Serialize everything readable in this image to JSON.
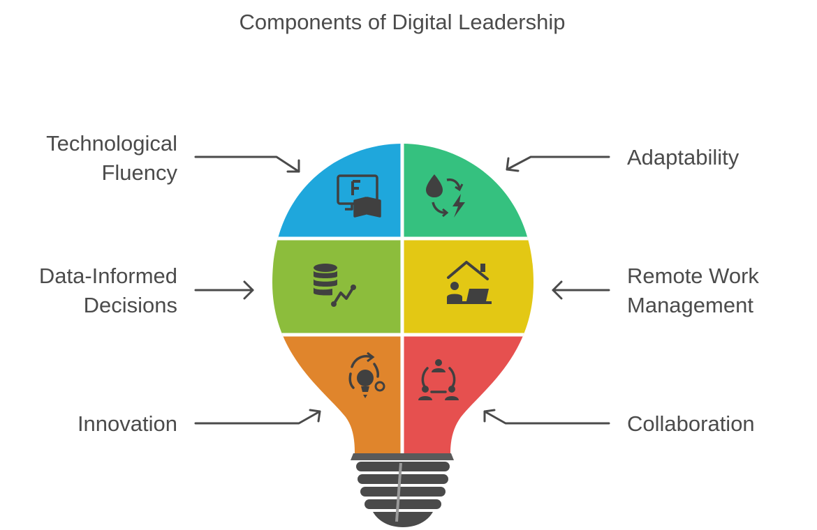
{
  "title": "Components of Digital Leadership",
  "components": {
    "technological_fluency": "Technological Fluency",
    "adaptability": "Adaptability",
    "data_informed_decisions": "Data-Informed Decisions",
    "remote_work_management": "Remote Work Management",
    "innovation": "Innovation",
    "collaboration": "Collaboration"
  },
  "colors": {
    "technological_fluency": "#1fa7dc",
    "adaptability": "#35c17f",
    "data_informed_decisions": "#8cbd3c",
    "remote_work_management": "#e3c814",
    "innovation": "#e0852c",
    "collaboration": "#e6504f",
    "base": "#4a4a4a",
    "text": "#4b4b4b"
  },
  "icons": {
    "technological_fluency": "screen-book-icon",
    "adaptability": "drop-cycle-bolt-icon",
    "data_informed_decisions": "database-trend-icon",
    "remote_work_management": "home-laptop-icon",
    "innovation": "lightbulb-cycle-icon",
    "collaboration": "team-network-icon"
  }
}
